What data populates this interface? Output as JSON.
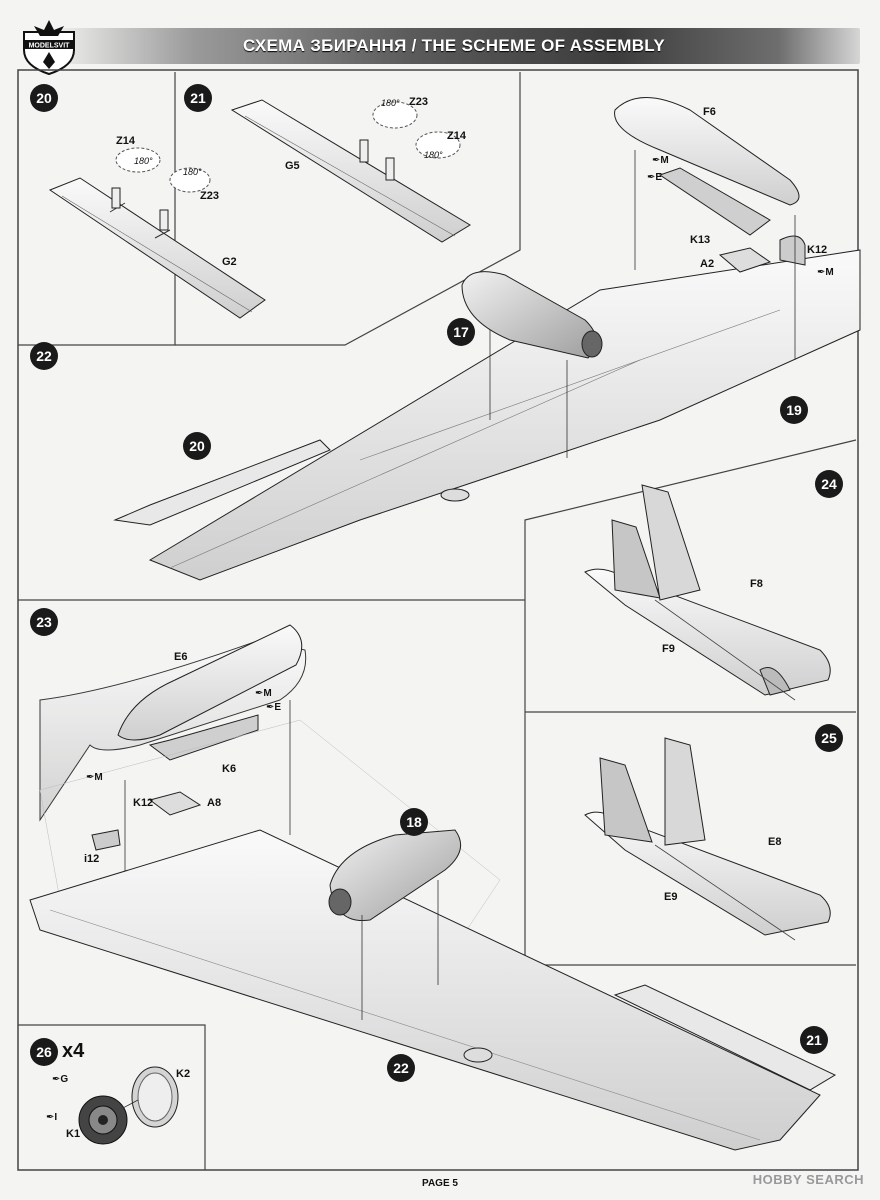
{
  "header": {
    "brand": "MODELSVIT",
    "title": "СХЕМА ЗБИРАННЯ / THE SCHEME OF ASSEMBLY"
  },
  "steps": {
    "s20": "20",
    "s21": "21",
    "s22": "22",
    "s17": "17",
    "s19": "19",
    "s20ref": "20",
    "s24": "24",
    "s25": "25",
    "s23": "23",
    "s18": "18",
    "s26": "26",
    "s21ref": "21",
    "s22ref": "22"
  },
  "multiplier26": "x4",
  "parts": {
    "z14a": "Z14",
    "z23a": "Z23",
    "g2": "G2",
    "z23b": "Z23",
    "z14b": "Z14",
    "g5": "G5",
    "f6": "F6",
    "k13": "K13",
    "a2": "A2",
    "k12a": "K12",
    "f8": "F8",
    "f9": "F9",
    "e6": "E6",
    "k6": "K6",
    "k12b": "K12",
    "a8": "A8",
    "i12": "i12",
    "e8": "E8",
    "e9": "E9",
    "k2": "K2",
    "k1": "K1"
  },
  "angles": {
    "a1": "180°",
    "a2": "180°",
    "a3": "180°",
    "a4": "180°"
  },
  "paints": {
    "m1": "M",
    "e1": "E",
    "m2": "M",
    "m3": "M",
    "e2": "E",
    "m4": "M",
    "g": "G",
    "i": "I"
  },
  "footer": {
    "page": "PAGE 5",
    "watermark": "HOBBY SEARCH"
  },
  "colors": {
    "header_dark": "#3c3c3c",
    "badge": "#1a1a1a"
  }
}
